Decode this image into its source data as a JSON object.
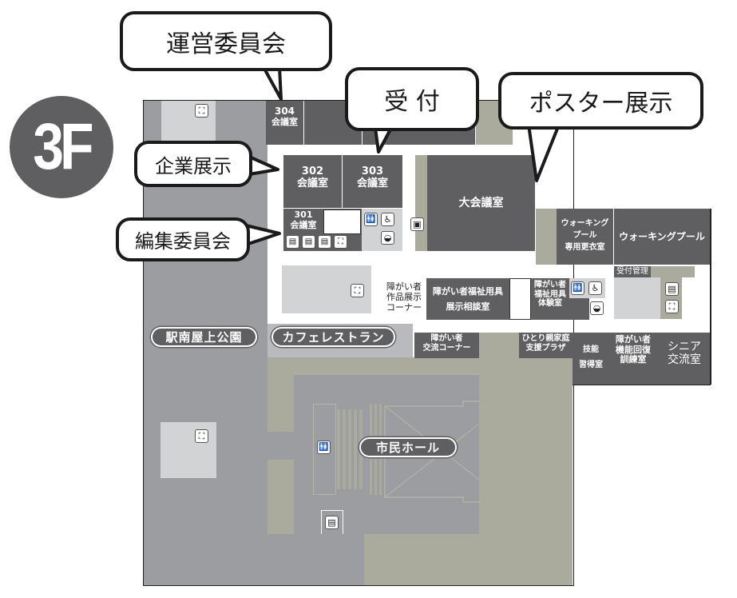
{
  "floor": {
    "label": "3F",
    "badge_color": "#5f5e60"
  },
  "callouts": {
    "unei": "運営委員会",
    "uketsuke": "受 付",
    "poster": "ポスター展示",
    "kigyo": "企業展示",
    "henshu": "編集委員会"
  },
  "rooms": {
    "r304": {
      "num": "304",
      "name": "会議室"
    },
    "r302": {
      "num": "302",
      "name": "会議室"
    },
    "r303": {
      "num": "303",
      "name": "会議室"
    },
    "r301": {
      "num": "301",
      "name": "会議室"
    },
    "daikaigi": "大会議室",
    "walking_locker": [
      "ウォーキング",
      "プール",
      "専用更衣室"
    ],
    "walking_pool": "ウォーキングプール",
    "uketsuke_kanri": "受付管理",
    "fukushi_soudan": [
      "障がい者福祉用具",
      "展示相談室"
    ],
    "fukushi_taiken": [
      "障がい者",
      "福祉用具",
      "体験室"
    ],
    "sakuhin": [
      "障がい者",
      "作品展示",
      "コーナー"
    ],
    "koryu_corner": [
      "障がい者",
      "交流コーナー"
    ],
    "hitori_oya": [
      "ひとり親家庭",
      "支援プラザ"
    ],
    "gino": [
      "技能",
      "習得室"
    ],
    "kino_kaifuku": [
      "障がい者",
      "機能回復",
      "訓練室"
    ],
    "senior": [
      "シニア",
      "交流室"
    ]
  },
  "pills": {
    "park": "駅南屋上公園",
    "cafe": "カフェレストラン",
    "hall": "市民ホール"
  },
  "icons": {
    "stairs": "⛶",
    "elevator": "▤",
    "restroom": "🚻",
    "accessible": "♿",
    "nursing": "◒",
    "info": "▣"
  },
  "colors": {
    "dark": "#5f5e60",
    "mid": "#9c9da0",
    "light": "#d2d3d5",
    "khaki": "#aaab9c"
  }
}
